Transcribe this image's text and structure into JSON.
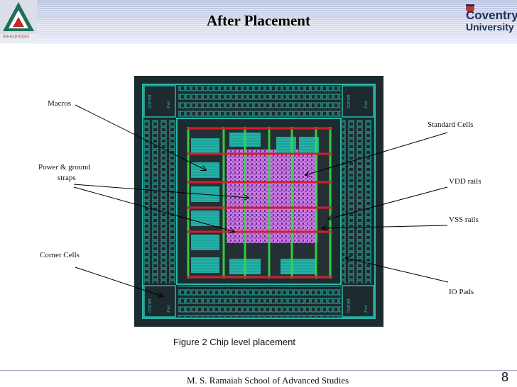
{
  "slide": {
    "title": "After Placement",
    "left_logo_text": "ideas|mo|ds",
    "right_logo": {
      "line1": "Coventry",
      "line2": "University"
    },
    "figure_caption": "Figure 2 Chip level placement",
    "footer": "M. S. Ramaiah School of Advanced Studies",
    "page_number": "8"
  },
  "annotations": {
    "macros": "Macros",
    "power_ground_1": "Power & ground",
    "power_ground_2": "straps",
    "corner_cells": "Corner Cells",
    "standard_cells": "Standard Cells",
    "vdd_rails": "VDD rails",
    "vss_rails": "VSS rails",
    "io_pads": "IO Pads"
  },
  "chip_labels": {
    "corner": "corner",
    "io_pad": "iPad"
  },
  "colors": {
    "header_band": "#c8d0e8",
    "io_cyan": "#2bb7a8",
    "macro_teal": "#1fa39a",
    "std_cell_purple": "#c070d8",
    "power_green": "#33dd44",
    "rail_red": "#d02030"
  }
}
